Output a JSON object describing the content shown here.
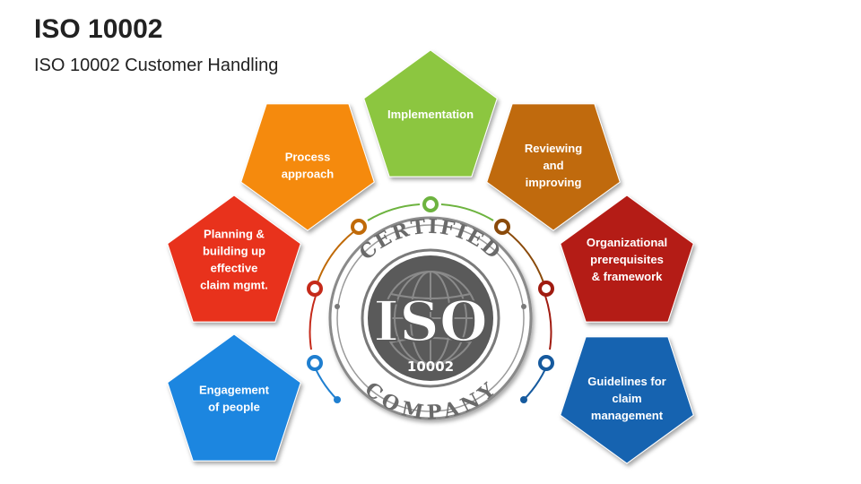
{
  "header": {
    "title": "ISO 10002",
    "subtitle": "ISO 10002 Customer Handling"
  },
  "badge": {
    "top_text": "CERTIFIED",
    "bottom_text": "COMPANY",
    "main_text": "ISO",
    "number": "10002"
  },
  "pentagons": [
    {
      "id": "engagement",
      "lines": [
        "Engagement",
        "of people"
      ],
      "color": "#1f86e0"
    },
    {
      "id": "planning",
      "lines": [
        "Planning &",
        "building up",
        "effective",
        "claim mgmt."
      ],
      "color": "#e8321f"
    },
    {
      "id": "process",
      "lines": [
        "Process",
        "approach"
      ],
      "color": "#f58a07"
    },
    {
      "id": "implementation",
      "lines": [
        "Implementation"
      ],
      "color": "#8cc63f"
    },
    {
      "id": "reviewing",
      "lines": [
        "Reviewing",
        "and",
        "improving"
      ],
      "color": "#c06a08"
    },
    {
      "id": "organizational",
      "lines": [
        "Organizational",
        "prerequisites",
        "& framework"
      ],
      "color": "#b41e12"
    },
    {
      "id": "guidelines",
      "lines": [
        "Guidelines for",
        "claim",
        "management"
      ],
      "color": "#1764b0"
    }
  ],
  "ring_colors": [
    "#1f7fd0",
    "#c52a1a",
    "#c06a08",
    "#6db33f",
    "#8a4a0a",
    "#a01b10",
    "#165a9e"
  ],
  "colors": {
    "badge_dark": "#5a5a5a",
    "badge_ring": "#7a7a7a"
  }
}
